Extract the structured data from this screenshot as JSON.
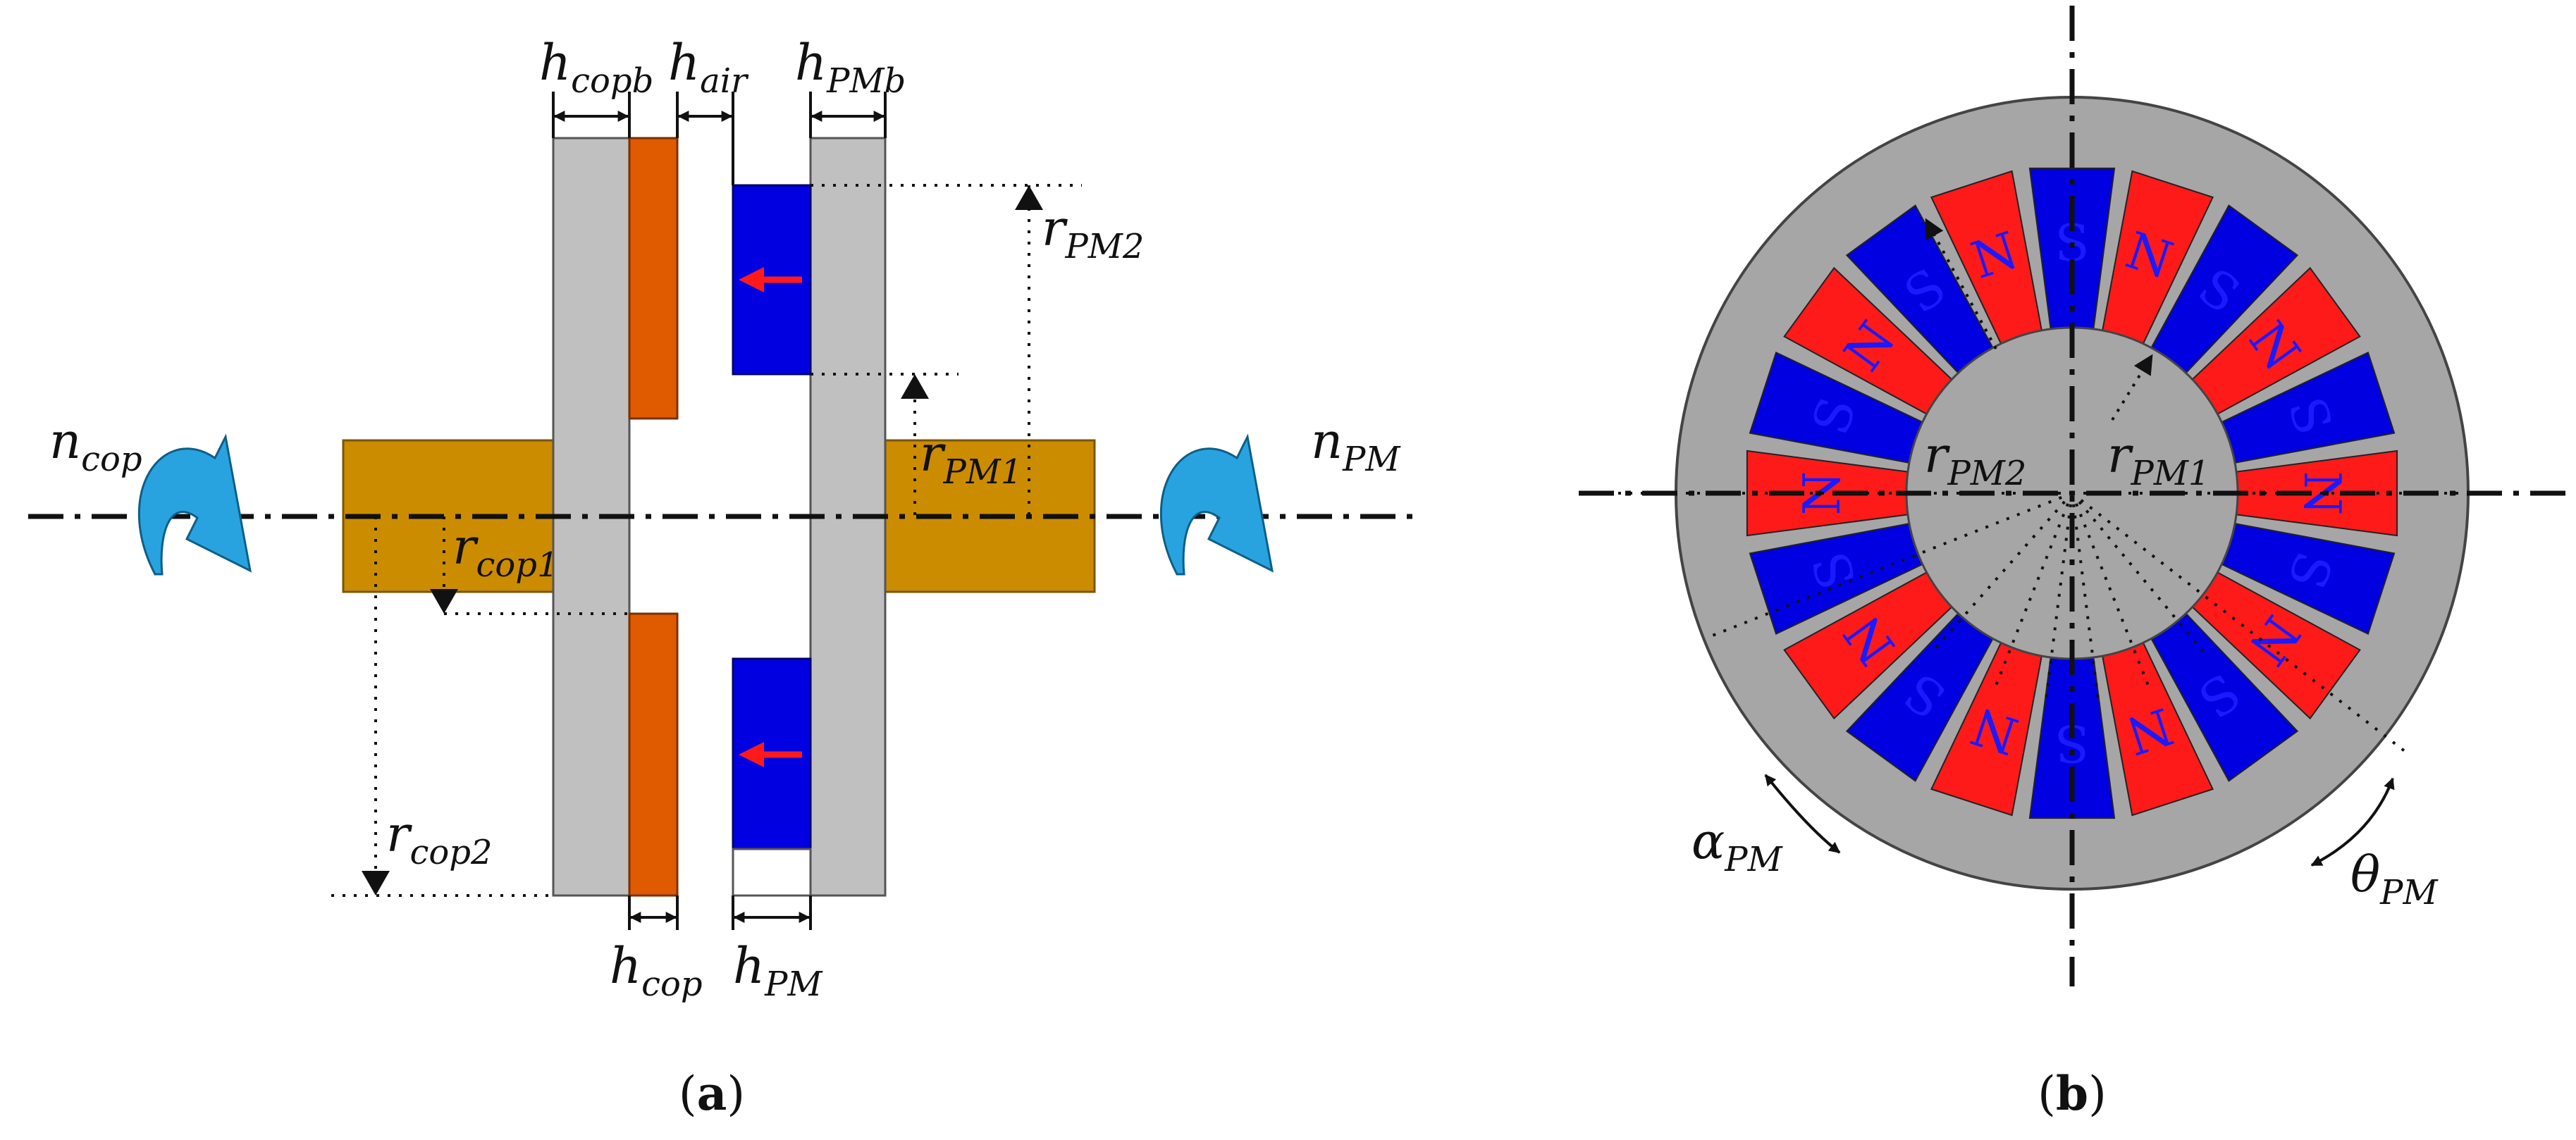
{
  "panel_a": {
    "caption_open": "(",
    "caption_letter": "a",
    "caption_close": ")",
    "labels": {
      "h_copb": {
        "base": "h",
        "sub": "copb"
      },
      "h_air": {
        "base": "h",
        "sub": "air"
      },
      "h_PMb": {
        "base": "h",
        "sub": "PMb"
      },
      "h_cop": {
        "base": "h",
        "sub": "cop"
      },
      "h_PM": {
        "base": "h",
        "sub": "PM"
      },
      "r_PM2": {
        "base": "r",
        "sub": "PM2"
      },
      "r_PM1": {
        "base": "r",
        "sub": "PM1"
      },
      "r_cop1": {
        "base": "r",
        "sub": "cop1"
      },
      "r_cop2": {
        "base": "r",
        "sub": "cop2"
      },
      "n_cop": {
        "base": "n",
        "sub": "cop"
      },
      "n_PM": {
        "base": "n",
        "sub": "PM"
      }
    }
  },
  "panel_b": {
    "caption_open": "(",
    "caption_letter": "b",
    "caption_close": ")",
    "labels": {
      "r_PM2": {
        "base": "r",
        "sub": "PM2"
      },
      "r_PM1": {
        "base": "r",
        "sub": "PM1"
      },
      "alpha_PM": {
        "base": "α",
        "sub": "PM"
      },
      "theta_PM": {
        "base": "θ",
        "sub": "PM"
      }
    },
    "magnet_poles": [
      "S",
      "N",
      "S",
      "N",
      "S",
      "N",
      "S",
      "N",
      "S",
      "N",
      "S",
      "N",
      "S",
      "N",
      "S",
      "N",
      "S",
      "N",
      "S",
      "N"
    ],
    "colors": {
      "north_magnet": "#ff1a1a",
      "south_magnet": "#0000e0",
      "pole_letter": "#1a1aff",
      "back_iron": "#a6a6a6",
      "copper": "#e05a00",
      "shaft": "#cc8c00",
      "rotation_arrow": "#29a3e0"
    }
  }
}
